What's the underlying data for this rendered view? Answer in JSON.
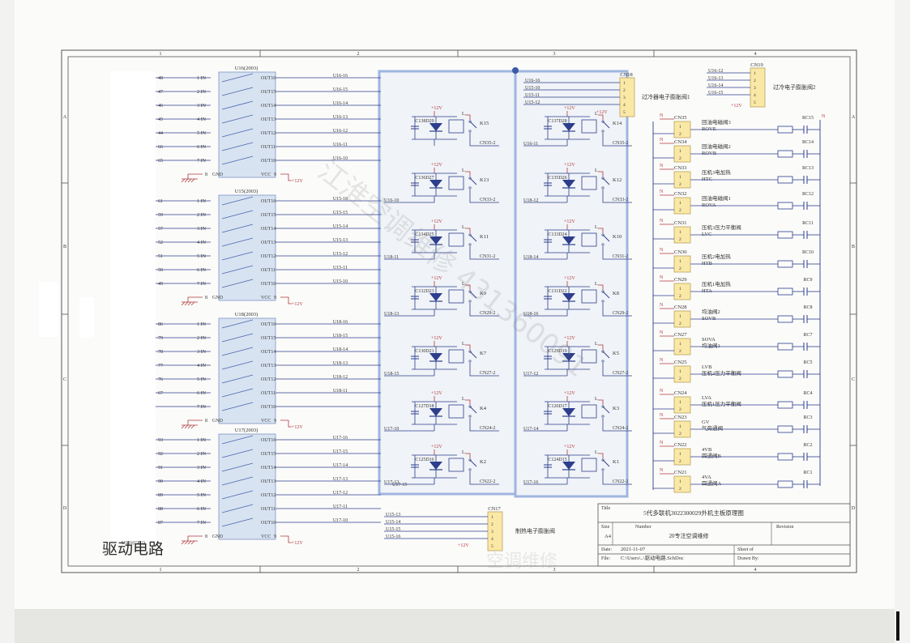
{
  "sheet": {
    "col_labels": [
      "1",
      "2",
      "3",
      "4"
    ],
    "row_labels": [
      "A",
      "B",
      "C",
      "D"
    ]
  },
  "driver_section_label": "驱动电路",
  "mcu_label": "U101(CPU)",
  "supply_label": "+12V",
  "gnd_label": "GND",
  "vcc_label": "VCC",
  "drivers": [
    {
      "name": "U16(2003)",
      "gnd_pin": "8",
      "vcc_pin": "9",
      "in_nums": [
        "48",
        "47",
        "46",
        "45",
        "44",
        "66",
        "65"
      ],
      "outs": [
        "OUT16",
        "OUT15",
        "OUT14",
        "OUT13",
        "OUT12",
        "OUT11",
        "OUT10"
      ],
      "nets": [
        "U16-16",
        "U16-15",
        "U16-14",
        "U16-13",
        "U16-12",
        "U16-11",
        "U16-10"
      ]
    },
    {
      "name": "U15(2003)",
      "gnd_pin": "8",
      "vcc_pin": "9",
      "in_nums": [
        "61",
        "59",
        "57",
        "52",
        "51",
        "50",
        "49"
      ],
      "outs": [
        "OUT16",
        "OUT15",
        "OUT14",
        "OUT13",
        "OUT12",
        "OUT11",
        "OUT10"
      ],
      "nets": [
        "U15-16",
        "U15-15",
        "U15-14",
        "U15-13",
        "U15-12",
        "U15-11",
        "U15-10"
      ]
    },
    {
      "name": "U18(2003)",
      "gnd_pin": "8",
      "vcc_pin": "9",
      "in_nums": [
        "86",
        "79",
        "78",
        "77",
        "76",
        "67",
        ""
      ],
      "outs": [
        "OUT16",
        "OUT15",
        "OUT14",
        "OUT13",
        "OUT12",
        "OUT11",
        "OUT10"
      ],
      "nets": [
        "U18-16",
        "U18-15",
        "U18-14",
        "U18-13",
        "U18-12",
        "U18-11",
        ""
      ]
    },
    {
      "name": "U17(2003)",
      "gnd_pin": "8",
      "vcc_pin": "9",
      "in_nums": [
        "93",
        "92",
        "91",
        "90",
        "89",
        "88",
        "87"
      ],
      "outs": [
        "OUT16",
        "OUT15",
        "OUT14",
        "OUT13",
        "OUT12",
        "OUT11",
        "OUT10"
      ],
      "nets": [
        "U17-16",
        "U17-15",
        "U17-14",
        "U17-13",
        "U17-12",
        "U17-11",
        "U17-10"
      ]
    }
  ],
  "in_labels": [
    "1 IN",
    "2 IN",
    "3 IN",
    "4 IN",
    "5 IN",
    "6 IN",
    "7 IN"
  ],
  "relays_left": [
    {
      "cd": "C138D29",
      "k": "K15",
      "net_in": "",
      "net_out": "CN35-2"
    },
    {
      "cd": "C136D27",
      "k": "K13",
      "net_in": "U16-10",
      "net_out": "CN33-2"
    },
    {
      "cd": "C134D25",
      "k": "K11",
      "net_in": "U18-11",
      "net_out": "CN31-2"
    },
    {
      "cd": "C132D23",
      "k": "K9",
      "net_in": "U18-13",
      "net_out": "CN29-2"
    },
    {
      "cd": "C130D21",
      "k": "K7",
      "net_in": "U18-15",
      "net_out": "CN27-2"
    },
    {
      "cd": "C127D18",
      "k": "K4",
      "net_in": "U17-10",
      "net_out": "CN24-2"
    },
    {
      "cd": "C125D16",
      "k": "K2",
      "net_in": "U17-13",
      "net_out": "CN22-2"
    }
  ],
  "relays_right": [
    {
      "cd": "C137D28",
      "k": "K14",
      "net_in": "U16-11",
      "net_out": "CN35-2"
    },
    {
      "cd": "C135D26",
      "k": "K12",
      "net_in": "U18-12",
      "net_out": "CN33-2"
    },
    {
      "cd": "C133D24",
      "k": "K10",
      "net_in": "U18-14",
      "net_out": "CN31-2"
    },
    {
      "cd": "C131D22",
      "k": "K8",
      "net_in": "U18-16",
      "net_out": "CN29-2"
    },
    {
      "cd": "C129D19",
      "k": "K5",
      "net_in": "U17-12",
      "net_out": "CN27-2"
    },
    {
      "cd": "C126D17",
      "k": "K3",
      "net_in": "U17-14",
      "net_out": "CN24-2"
    },
    {
      "cd": "C124D15",
      "k": "K1",
      "net_in": "U17-16",
      "net_out": "CN22-2"
    }
  ],
  "extra_nets": [
    "U17-15"
  ],
  "cn18": {
    "name": "CN18",
    "pins": [
      "1",
      "2",
      "3",
      "4",
      "5"
    ],
    "nets": [
      "U16-16",
      "U15-10",
      "U15-11",
      "U15-12"
    ],
    "desc": "过冷器电子膨胀阀1"
  },
  "cn19": {
    "name": "CN19",
    "pins": [
      "1",
      "2",
      "3",
      "4",
      "5"
    ],
    "nets": [
      "U16-12",
      "U16-13",
      "U16-14",
      "U16-15"
    ],
    "desc": "过冷电子膨胀阀2"
  },
  "cn17": {
    "name": "CN17",
    "pins": [
      "1",
      "2",
      "3",
      "4",
      "5"
    ],
    "nets": [
      "U15-13",
      "U15-14",
      "U15-15",
      "U15-16"
    ],
    "desc": "制热电子膨胀阀"
  },
  "loads": [
    {
      "cn": "CN35",
      "desc1": "回油电磁阀3",
      "desc2": "ROVE",
      "rc": "RC15"
    },
    {
      "cn": "CN34",
      "desc1": "回油电磁阀2",
      "desc2": "ROVB",
      "rc": "RC14"
    },
    {
      "cn": "CN33",
      "desc1": "压机3电加热",
      "desc2": "HTC",
      "rc": "RC13"
    },
    {
      "cn": "CN32",
      "desc1": "回油电磁阀1",
      "desc2": "ROVA",
      "rc": "RC12"
    },
    {
      "cn": "CN31",
      "desc1": "压机3压力平衡阀",
      "desc2": "LVC",
      "rc": "RC11"
    },
    {
      "cn": "CN30",
      "desc1": "压机2电加热",
      "desc2": "HTB",
      "rc": "RC10"
    },
    {
      "cn": "CN29",
      "desc1": "压机1电加热",
      "desc2": "HTA",
      "rc": "RC9"
    },
    {
      "cn": "CN28",
      "desc1": "均油阀2",
      "desc2": "SOVB",
      "rc": "RC8"
    },
    {
      "cn": "CN27",
      "desc1": "SOVA",
      "desc2": "均油阀1",
      "rc": "RC7"
    },
    {
      "cn": "CN25",
      "desc1": "LVB",
      "desc2": "压机2压力平衡阀",
      "rc": "RC5"
    },
    {
      "cn": "CN24",
      "desc1": "LVA",
      "desc2": "压机1压力平衡阀",
      "rc": "RC4"
    },
    {
      "cn": "CN23",
      "desc1": "GV",
      "desc2": "气旁通阀",
      "rc": "RC3"
    },
    {
      "cn": "CN22",
      "desc1": "4VB",
      "desc2": "四通阀B",
      "rc": "RC2"
    },
    {
      "cn": "CN21",
      "desc1": "4VA",
      "desc2": "四通阀A",
      "rc": "RC1"
    }
  ],
  "neutral_label": "N",
  "title_block": {
    "title_label": "Title",
    "title": "5代多联机3022300029外机主板原理图",
    "size_label": "Size",
    "size": "A4",
    "number_label": "Number",
    "number": "20专注空调维修",
    "revision_label": "Revision",
    "date_label": "Date:",
    "date": "2021-11-07",
    "file_label": "File:",
    "file": "C:\\Users\\..\\驱动电路.SchDoc",
    "sheet_label": "Sheet   of",
    "drawn_label": "Drawn By:"
  },
  "watermark": "江淮空调维修 431360091",
  "watermark2": "空调维修"
}
